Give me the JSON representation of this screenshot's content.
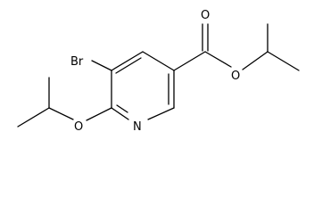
{
  "molecule": {
    "atom_labels": {
      "bromine": "Br",
      "ring_nitrogen": "N",
      "ether_oxygen": "O",
      "carbonyl_oxygen": "O",
      "ester_oxygen": "O"
    },
    "line_color": "#000000",
    "background_color": "#ffffff"
  }
}
